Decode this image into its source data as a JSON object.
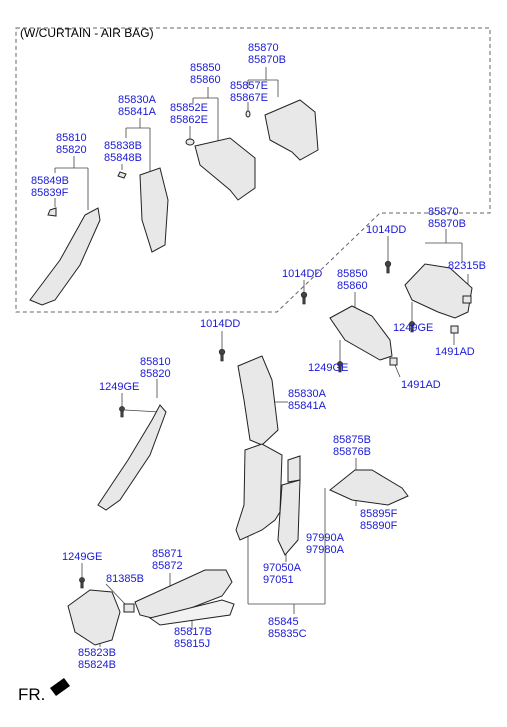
{
  "diagram": {
    "group_label": "(W/CURTAIN - AIR BAG)",
    "direction_label": "FR.",
    "direction_icon": "arrow-left-down-icon",
    "callouts": [
      {
        "id": "c1",
        "lines": [
          "85870",
          "85870B"
        ]
      },
      {
        "id": "c2",
        "lines": [
          "85850",
          "85860"
        ]
      },
      {
        "id": "c3",
        "lines": [
          "85857E",
          "85867E"
        ]
      },
      {
        "id": "c4",
        "lines": [
          "85830A",
          "85841A"
        ]
      },
      {
        "id": "c5",
        "lines": [
          "85852E",
          "85862E"
        ]
      },
      {
        "id": "c6",
        "lines": [
          "85838B",
          "85848B"
        ]
      },
      {
        "id": "c7",
        "lines": [
          "85810",
          "85820"
        ]
      },
      {
        "id": "c8",
        "lines": [
          "85849B",
          "85839F"
        ]
      },
      {
        "id": "c9",
        "lines": [
          "1014DD"
        ]
      },
      {
        "id": "c10",
        "lines": [
          "85870",
          "85870B"
        ]
      },
      {
        "id": "c11",
        "lines": [
          "82315B"
        ]
      },
      {
        "id": "c12",
        "lines": [
          "1014DD"
        ]
      },
      {
        "id": "c13",
        "lines": [
          "85850",
          "85860"
        ]
      },
      {
        "id": "c14",
        "lines": [
          "1249GE"
        ]
      },
      {
        "id": "c15",
        "lines": [
          "1249GE"
        ]
      },
      {
        "id": "c16",
        "lines": [
          "1491AD"
        ]
      },
      {
        "id": "c17",
        "lines": [
          "1491AD"
        ]
      },
      {
        "id": "c18",
        "lines": [
          "1014DD"
        ]
      },
      {
        "id": "c19",
        "lines": [
          "85810",
          "85820"
        ]
      },
      {
        "id": "c20",
        "lines": [
          "85830A",
          "85841A"
        ]
      },
      {
        "id": "c21",
        "lines": [
          "1249GE"
        ]
      },
      {
        "id": "c22",
        "lines": [
          "85875B",
          "85876B"
        ]
      },
      {
        "id": "c23",
        "lines": [
          "85895F",
          "85890F"
        ]
      },
      {
        "id": "c24",
        "lines": [
          "97990A",
          "97980A"
        ]
      },
      {
        "id": "c25",
        "lines": [
          "97050A",
          "97051"
        ]
      },
      {
        "id": "c26",
        "lines": [
          "1249GE"
        ]
      },
      {
        "id": "c27",
        "lines": [
          "85871",
          "85872"
        ]
      },
      {
        "id": "c28",
        "lines": [
          "81385B"
        ]
      },
      {
        "id": "c29",
        "lines": [
          "85817B",
          "85815J"
        ]
      },
      {
        "id": "c30",
        "lines": [
          "85845",
          "85835C"
        ]
      },
      {
        "id": "c31",
        "lines": [
          "85823B",
          "85824B"
        ]
      }
    ]
  }
}
